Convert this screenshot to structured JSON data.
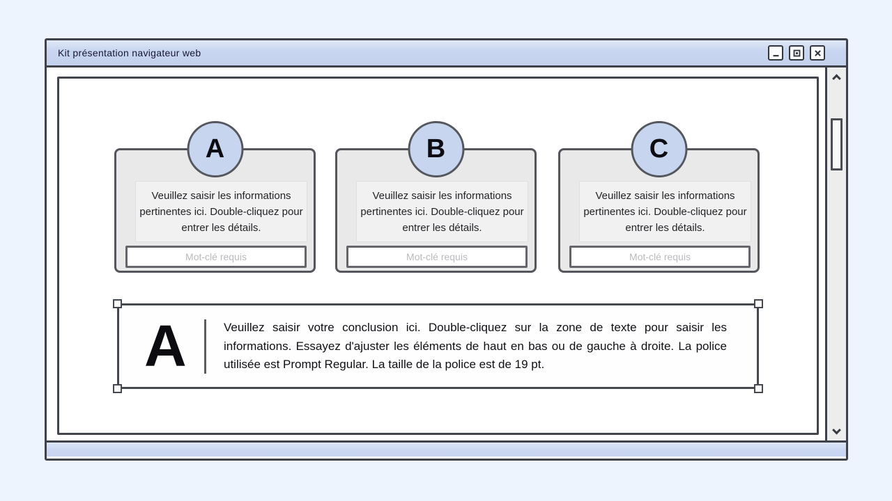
{
  "window": {
    "title": "Kit présentation navigateur web",
    "controls": [
      {
        "name": "minimize",
        "icon": "minimize-icon"
      },
      {
        "name": "maximize",
        "icon": "maximize-icon"
      },
      {
        "name": "close",
        "icon": "close-icon"
      }
    ]
  },
  "scrollbar": {
    "up_icon": "chevron-up-icon",
    "down_icon": "chevron-down-icon"
  },
  "cards": [
    {
      "label": "A",
      "body": "Veuillez saisir les informations pertinentes ici. Double-cliquez pour entrer les détails.",
      "keyword_placeholder": "Mot-clé requis"
    },
    {
      "label": "B",
      "body": "Veuillez saisir les informations pertinentes ici. Double-cliquez pour entrer les détails.",
      "keyword_placeholder": "Mot-clé requis"
    },
    {
      "label": "C",
      "body": "Veuillez saisir les informations pertinentes ici. Double-cliquez pour entrer les détails.",
      "keyword_placeholder": "Mot-clé requis"
    }
  ],
  "conclusion": {
    "drop_cap": "A",
    "text": "Veuillez saisir votre conclusion ici. Double-cliquez sur la zone de texte pour saisir les informations. Essayez d'ajuster les éléments de haut en bas ou de gauche à droite. La police utilisée est Prompt Regular. La taille de la police est de 19 pt."
  },
  "colors": {
    "page_bg": "#edf4fd",
    "window_border": "#3f424a",
    "titlebar_bg": "#c6d4ef",
    "status_bar_bg": "#ccd7f2",
    "circle_fill": "#c7d5ef",
    "card_bg": "#e9e9ea",
    "placeholder_text": "#b9babd"
  }
}
